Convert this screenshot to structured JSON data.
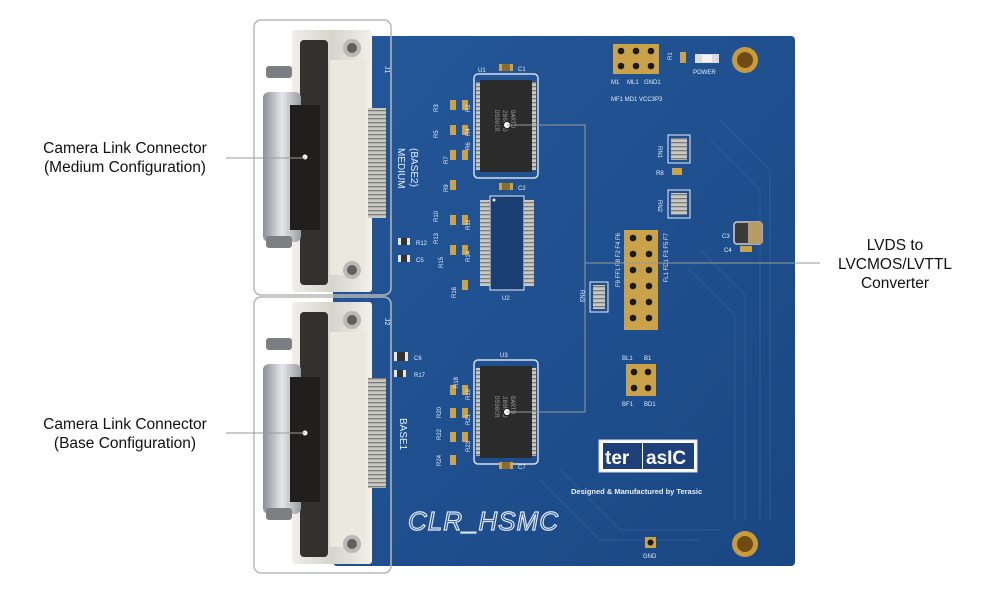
{
  "callouts": {
    "medium": {
      "line1": "Camera Link Connector",
      "line2": "(Medium Configuration)"
    },
    "base": {
      "line1": "Camera Link Connector",
      "line2": "(Base Configuration)"
    },
    "converter": {
      "line1": "LVDS to",
      "line2": "LVCMOS/LVTTL",
      "line3": "Converter"
    }
  },
  "board": {
    "name": "CLR_HSMC",
    "brand": "terasIC",
    "brand_part1": "ter",
    "brand_part2": "asIC",
    "tagline": "Designed & Manufactured by Terasic",
    "connector_labels": {
      "j1": "J1",
      "j2": "J2",
      "medium": "MEDIUM",
      "base2": "(BASE2)",
      "base1": "BASE1"
    },
    "chips": {
      "u1": "U1",
      "u2": "U2",
      "u3": "U3",
      "chip_text1": "DS90CR",
      "chip_text2": "BARTD",
      "chip_text3": "286MTD"
    },
    "components": {
      "c1": "C1",
      "c2": "C2",
      "c3": "C3",
      "c4": "C4",
      "c5": "C5",
      "c6": "C6",
      "c7": "C7",
      "r1": "R1",
      "r2": "R2",
      "r3": "R3",
      "r4": "R4",
      "r5": "R5",
      "r6": "R6",
      "r7": "R7",
      "r8": "R8",
      "r9": "R9",
      "r10": "R10",
      "r11": "R11",
      "r12": "R12",
      "r13": "R13",
      "r14": "R14",
      "r15": "R15",
      "r16": "R16",
      "r17": "R17",
      "r18": "R18",
      "r19": "R19",
      "r20": "R20",
      "r21": "R21",
      "r22": "R22",
      "r23": "R23",
      "r24": "R24",
      "rn1": "RN1",
      "rn2": "RN2",
      "rn3": "RN3"
    },
    "headers": {
      "m1": "M1",
      "ml1": "ML1",
      "gnd1": "GND1",
      "row2": "MF1 MD1 VCC3P3",
      "power": "POWER",
      "f_col1": "F9 FF1 F8 F2 F4 F6",
      "f_col2": "FL1 FD1 F3 F5 F7",
      "bl1": "BL1",
      "b1": "B1",
      "bf1": "BF1",
      "bd1": "BD1",
      "gnd": "GND"
    }
  },
  "colors": {
    "pcb": "#1e4f8f",
    "pcb_dark": "#163f75",
    "pad_gold": "#c9a24a",
    "connector_frame": "#d9d9d4",
    "connector_body": "#2c2a29",
    "callout_line": "#9a9a9a"
  }
}
